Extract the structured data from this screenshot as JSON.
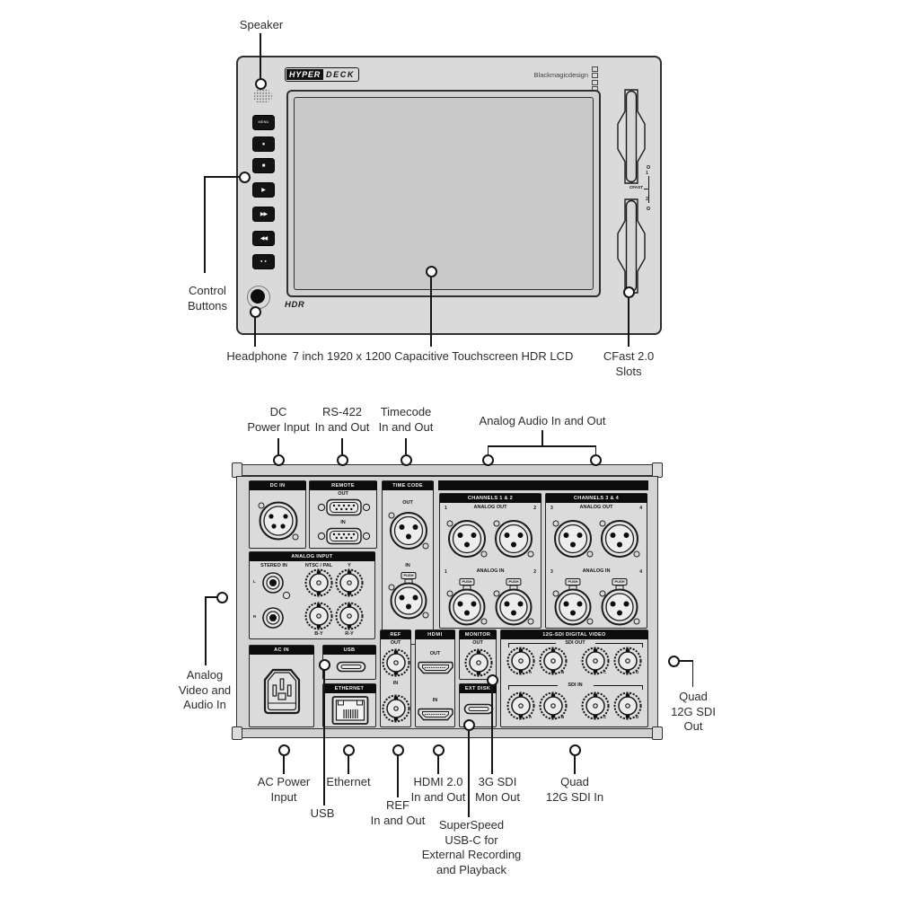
{
  "colors": {
    "panel_gray": "#d6d6d6",
    "line_black": "#161616",
    "label_text": "#2d2d2d"
  },
  "front_panel": {
    "logo": {
      "hyper": "HYPER",
      "deck": "DECK"
    },
    "brand": "Blackmagicdesign",
    "hdr_badge": "HDR",
    "transport_buttons": [
      {
        "name": "menu",
        "glyph": "MENU"
      },
      {
        "name": "record",
        "glyph": "●"
      },
      {
        "name": "stop",
        "glyph": "■"
      },
      {
        "name": "play",
        "glyph": "▶"
      },
      {
        "name": "fast-forward",
        "glyph": "▶▶"
      },
      {
        "name": "rewind",
        "glyph": "◀◀"
      },
      {
        "name": "shuttle",
        "glyph": "◄ ►"
      }
    ],
    "cfast": {
      "label": "CFAST",
      "slot1": "1",
      "slot2": "2"
    }
  },
  "rear_panel": {
    "dc_in": {
      "title": "DC IN"
    },
    "remote": {
      "title": "REMOTE",
      "out": "OUT",
      "in": "IN"
    },
    "time_code": {
      "title": "TIME CODE",
      "out": "OUT",
      "in": "IN",
      "push": "PUSH"
    },
    "channels_1_2": {
      "title": "CHANNELS 1 & 2",
      "analog_out": "ANALOG OUT",
      "analog_in": "ANALOG IN",
      "nums": [
        "1",
        "2"
      ],
      "push": "PUSH"
    },
    "channels_3_4": {
      "title": "CHANNELS 3 & 4",
      "analog_out": "ANALOG OUT",
      "analog_in": "ANALOG IN",
      "nums": [
        "3",
        "4"
      ],
      "push": "PUSH"
    },
    "analog_input": {
      "title": "ANALOG INPUT",
      "stereo_in": "STEREO IN",
      "ntsc_pal": "NTSC / PAL",
      "y": "Y",
      "b_y": "B-Y",
      "r_y": "R-Y",
      "l": "L",
      "r": "R"
    },
    "ac_in": {
      "title": "AC IN"
    },
    "usb": {
      "title": "USB"
    },
    "ethernet": {
      "title": "ETHERNET"
    },
    "ref": {
      "title": "REF",
      "out": "OUT",
      "in": "IN"
    },
    "hdmi": {
      "title": "HDMI",
      "out": "OUT",
      "in": "IN"
    },
    "monitor": {
      "title": "MONITOR",
      "out": "OUT"
    },
    "ext_disk": {
      "title": "EXT DISK"
    },
    "sdi": {
      "title": "12G-SDI DIGITAL VIDEO",
      "out": "SDI OUT",
      "in": "SDI IN",
      "letters": [
        "A",
        "B",
        "C",
        "D"
      ]
    }
  },
  "callouts": {
    "speaker": "Speaker",
    "control_buttons": [
      "Control",
      "Buttons"
    ],
    "headphone": "Headphone",
    "touchscreen": "7 inch 1920 x 1200 Capacitive Touchscreen HDR LCD",
    "cfast_slots": [
      "CFast 2.0",
      "Slots"
    ],
    "dc_power": [
      "DC",
      "Power Input"
    ],
    "rs422": [
      "RS-422",
      "In and Out"
    ],
    "timecode": [
      "Timecode",
      "In and Out"
    ],
    "analog_audio": "Analog Audio In and Out",
    "analog_video_audio_in": [
      "Analog",
      "Video and",
      "Audio In"
    ],
    "quad_sdi_out": [
      "Quad",
      "12G SDI",
      "Out"
    ],
    "ac_power": [
      "AC Power",
      "Input"
    ],
    "ethernet": "Ethernet",
    "usb": "USB",
    "ref": [
      "REF",
      "In and Out"
    ],
    "hdmi": [
      "HDMI 2.0",
      "In and Out"
    ],
    "superspeed": [
      "SuperSpeed",
      "USB-C for",
      "External Recording",
      "and Playback"
    ],
    "sdi_mon": [
      "3G SDI",
      "Mon Out"
    ],
    "quad_sdi_in": [
      "Quad",
      "12G SDI In"
    ]
  }
}
